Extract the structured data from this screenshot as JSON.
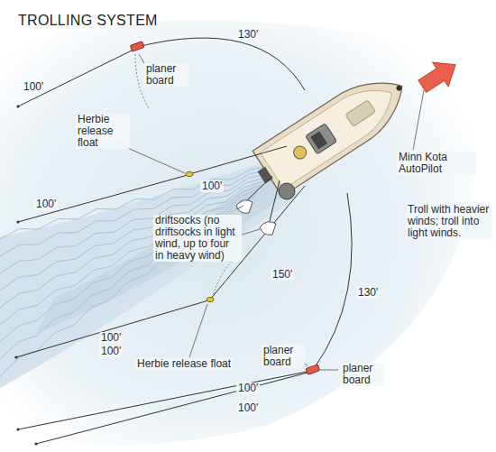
{
  "diagram": {
    "title": "TROLLING SYSTEM",
    "labels": [
      "planer board",
      "130'",
      "100'",
      "Herbie release float",
      "100'",
      "100'",
      "driftsocks (no driftsocks in light wind, up to four in heavy wind)",
      "Minn Kota AutoPilot",
      "Troll with heavier winds; troll into light winds.",
      "150'",
      "130'",
      "100'",
      "100'",
      "Herbie release float",
      "planer board",
      "planer board",
      "100'",
      "100'"
    ]
  }
}
